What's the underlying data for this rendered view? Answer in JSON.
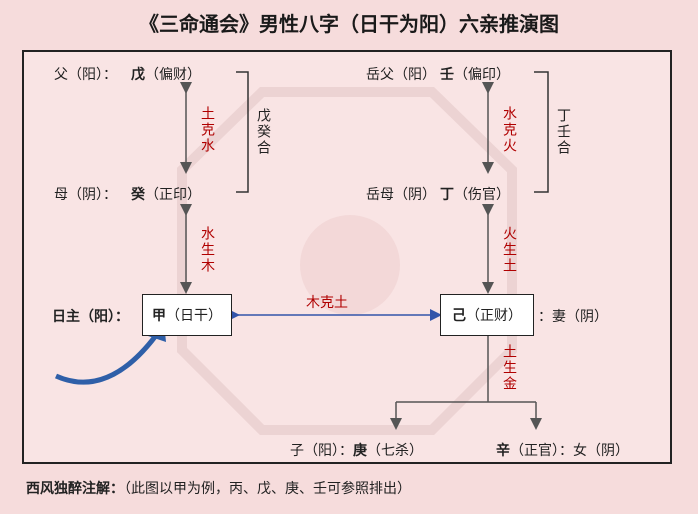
{
  "title": "《三命通会》男性八字（日干为阳）六亲推演图",
  "father": {
    "role": "父（阳）：",
    "stem": "戊",
    "rel": "（偏财）"
  },
  "mother": {
    "role": "母（阴）：",
    "stem": "癸",
    "rel": "（正印）"
  },
  "f_in_law": {
    "role": "岳父（阳）",
    "stem": "壬",
    "rel": "（偏印）"
  },
  "m_in_law": {
    "role": "岳母（阴）",
    "stem": "丁",
    "rel": "（伤官）"
  },
  "self": {
    "role": "日主（阳）：",
    "stem": "甲",
    "rel": "（日干）"
  },
  "wife": {
    "stem": "己",
    "rel": "（正财）",
    "role": "：妻（阴）"
  },
  "son": {
    "role": "子（阳）：",
    "stem": "庚",
    "rel": "（七杀）"
  },
  "daughter": {
    "stem": "辛",
    "rel": "（正官）",
    "role": "：女（阴）"
  },
  "rel_earth_water": "土克水",
  "rel_wu_gui": "戊癸合",
  "rel_water_fire": "水克火",
  "rel_ding_ren": "丁壬合",
  "rel_water_wood": "水生木",
  "rel_fire_earth": "火生土",
  "rel_wood_earth": "木克土",
  "rel_earth_metal": "土生金",
  "footer": {
    "label": "西风独醉注解：",
    "text": "（此图以甲为例，丙、戊、庚、壬可参照排出）"
  }
}
